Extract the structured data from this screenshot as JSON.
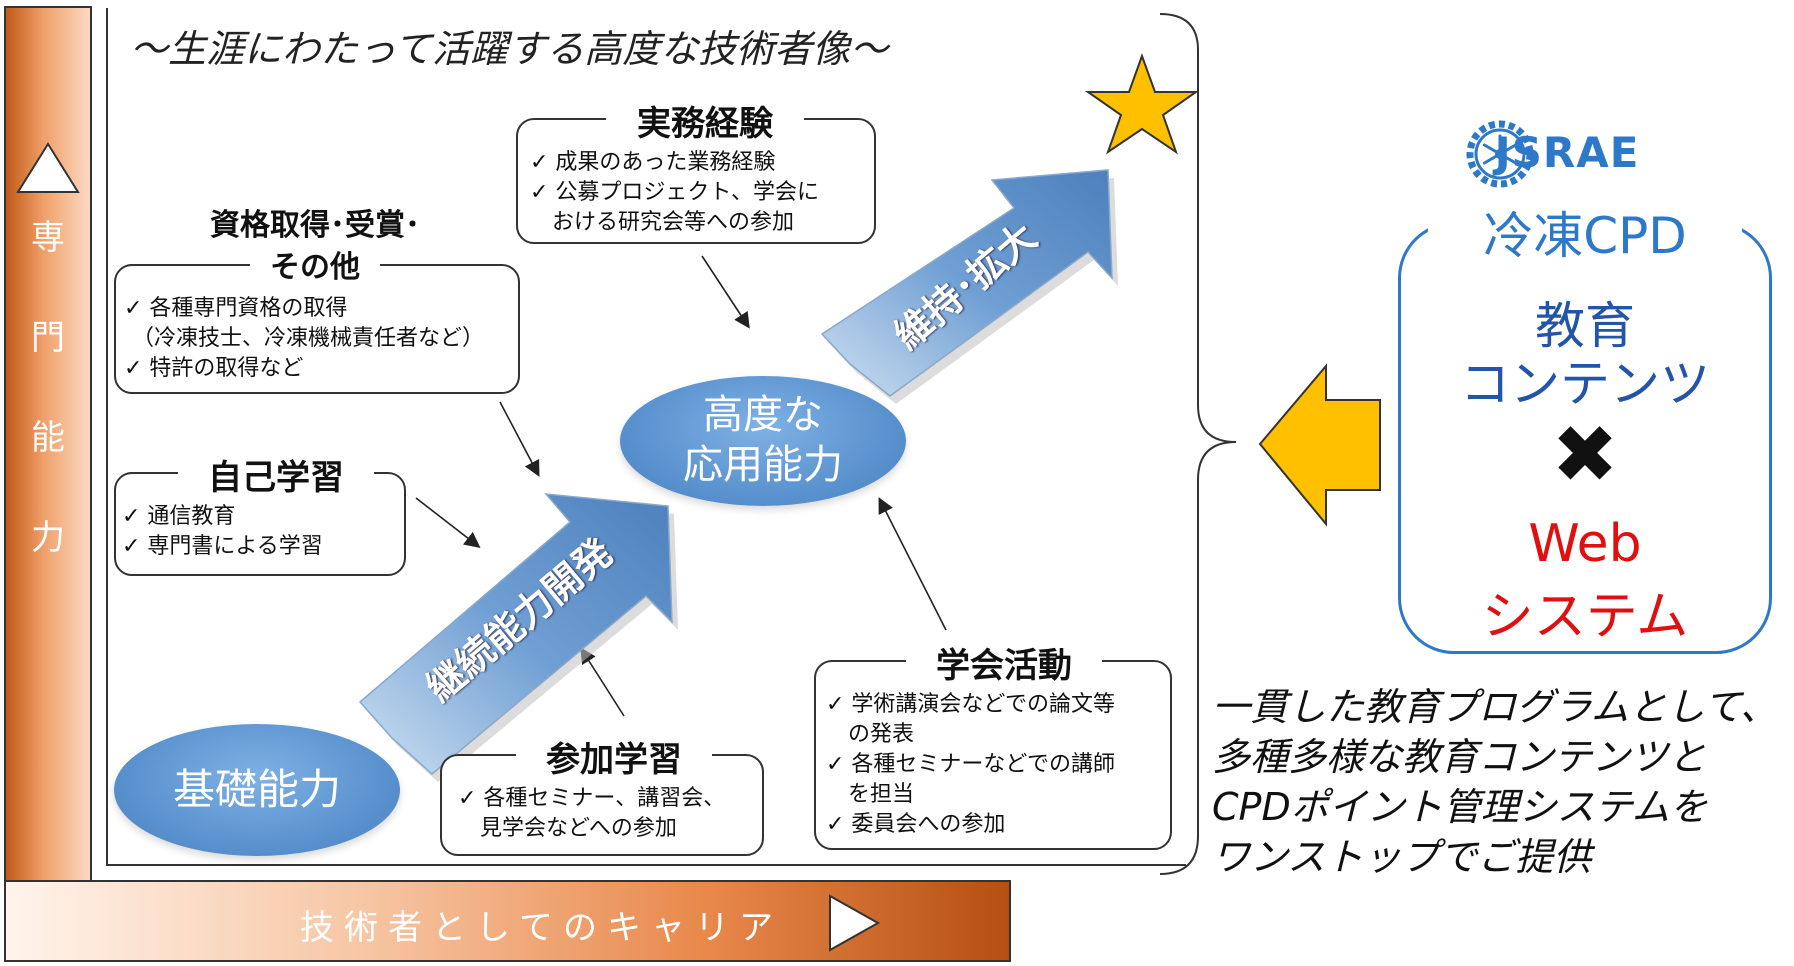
{
  "title": "〜生涯にわたって活躍する高度な技術者像〜",
  "vertical_axis": {
    "label_chars": [
      "専",
      "門",
      "能",
      "力"
    ],
    "arrow": "up-triangle-icon"
  },
  "horizontal_axis": {
    "label": "技術者としてのキャリア",
    "arrow": "right-triangle-icon"
  },
  "boxes": {
    "jitsumu": {
      "heading": "実務経験",
      "items": [
        "✓ 成果のあった業務経験",
        "✓ 公募プロジェクト、学会に",
        "　おける研究会等への参加"
      ]
    },
    "shikaku": {
      "heading_line1": "資格取得･受賞･",
      "heading_line2": "その他",
      "items": [
        "✓ 各種専門資格の取得",
        "（冷凍技士、冷凍機械責任者など）",
        "✓ 特許の取得など"
      ]
    },
    "jiko": {
      "heading": "自己学習",
      "items": [
        "✓ 通信教育",
        "✓ 専門書による学習"
      ]
    },
    "sanka": {
      "heading": "参加学習",
      "items": [
        "✓ 各種セミナー、講習会、",
        "　見学会などへの参加"
      ]
    },
    "gakkai": {
      "heading": "学会活動",
      "items": [
        "✓ 学術講演会などでの論文等",
        "　の発表",
        "✓ 各種セミナーなどでの講師",
        "　を担当",
        "✓ 委員会への参加"
      ]
    }
  },
  "ellipses": {
    "basic": "基礎能力",
    "advanced_line1": "高度な",
    "advanced_line2": "応用能力"
  },
  "arrows": {
    "development": "継続能力開発",
    "maintain": "維持･拡大"
  },
  "jsrae": {
    "logo_text": "JSRAE",
    "title": "冷凍CPD",
    "edu_line1": "教育",
    "edu_line2": "コンテンツ",
    "cross": "✖",
    "web_line1": "Web",
    "web_line2": "システム"
  },
  "description": [
    "一貫した教育プログラムとして、",
    "多種多様な教育コンテンツと",
    "CPDポイント管理システムを",
    "ワンストップでご提供"
  ],
  "colors": {
    "accent_orange": "#c25a18",
    "ellipse_blue": "#5b93d0",
    "jsrae_blue": "#2e78c8",
    "web_red": "#e01010",
    "star_gold": "#ffc000"
  }
}
